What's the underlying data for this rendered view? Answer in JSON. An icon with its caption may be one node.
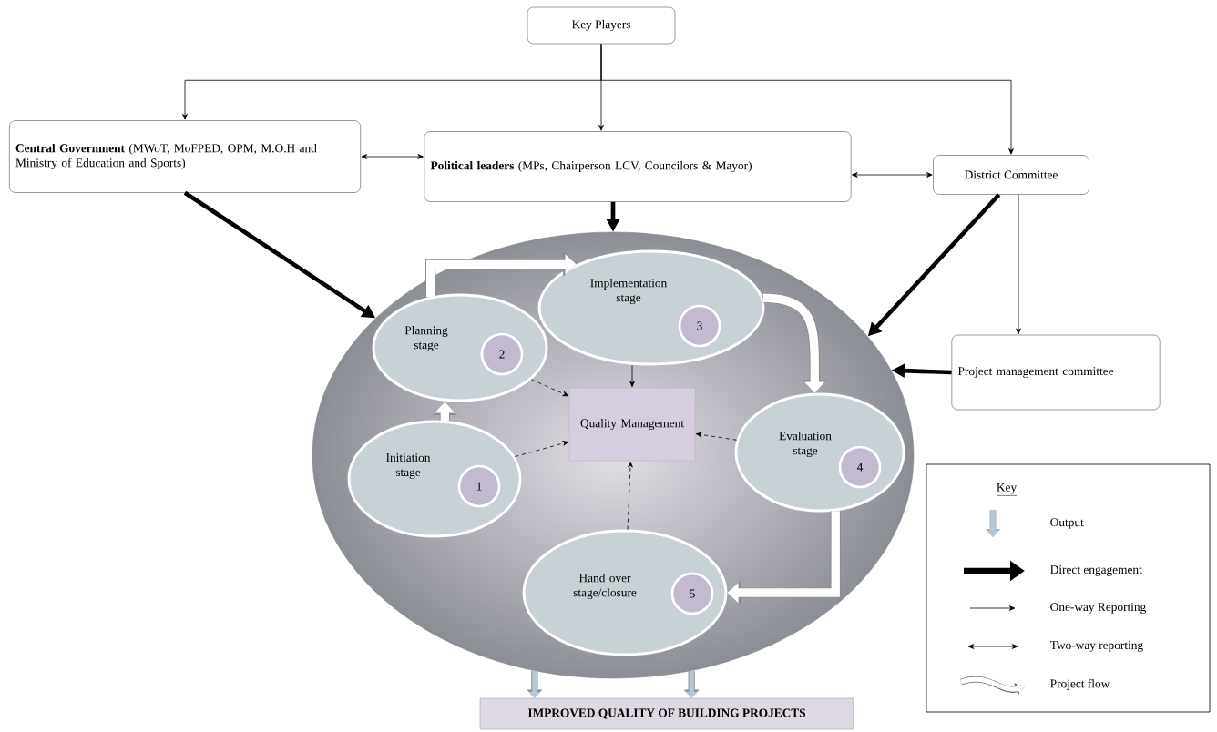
{
  "diagram": {
    "nodes": [
      {
        "text": [
          "Key Players"
        ]
      },
      {
        "text": [
          "**Central Government** (MWoT, MoFPED, OPM, M.O.H and Ministry of Education and Sports)"
        ]
      },
      {
        "text": [
          "**Political leaders** (MPs, Chairperson LCV, Councilors & Mayor)"
        ]
      },
      {
        "text": [
          "District Committee"
        ]
      },
      {
        "text": [
          "Project management committee"
        ]
      },
      {
        "text": [],
        "shape": "ellipse"
      },
      {
        "text": [
          "Planning stage"
        ],
        "in": 5
      },
      {
        "text": [
          "2"
        ],
        "in": 6
      },
      {
        "text": [
          "Implementation stage"
        ],
        "in": 5
      },
      {
        "text": [
          "3"
        ],
        "in": 8
      },
      {
        "text": [
          "Quality Management"
        ],
        "in": 5
      },
      {
        "text": [
          "Initiation stage"
        ],
        "in": 5
      },
      {
        "text": [
          "1"
        ],
        "in": 11
      },
      {
        "text": [
          "Evaluation stage"
        ],
        "in": 5
      },
      {
        "text": [
          "4"
        ],
        "in": 13
      },
      {
        "text": [
          "Hand over stage/closure"
        ],
        "in": 5
      },
      {
        "text": [
          "5"
        ],
        "in": 15
      },
      {
        "text": [
          "IMPROVED QUALITY OF BUILDING PROJECTS"
        ]
      }
    ],
    "edges": [
      {
        "from": 0,
        "to": 1,
        "arrow": "to"
      },
      {
        "from": 0,
        "to": 2,
        "arrow": "to"
      },
      {
        "from": 0,
        "to": 3,
        "arrow": "to"
      },
      {
        "from": 1,
        "to": 2,
        "arrow": "both"
      },
      {
        "from": 2,
        "to": 3,
        "arrow": "both"
      },
      {
        "from": 3,
        "to": 4,
        "arrow": "to"
      },
      {
        "from": 1,
        "to": 5,
        "arrow": "to",
        "style": "thick"
      },
      {
        "from": 2,
        "to": 5,
        "arrow": "to",
        "style": "thick"
      },
      {
        "from": 3,
        "to": 5,
        "arrow": "to",
        "style": "thick"
      },
      {
        "from": 4,
        "to": 5,
        "arrow": "to",
        "style": "thick"
      },
      {
        "from": 11,
        "to": 6,
        "arrow": "to",
        "style": "thick",
        "color": "#ffffff"
      },
      {
        "from": 6,
        "to": 8,
        "arrow": "to",
        "style": "thick",
        "color": "#ffffff"
      },
      {
        "from": 8,
        "to": 13,
        "arrow": "to",
        "style": "thick",
        "color": "#ffffff"
      },
      {
        "from": 13,
        "to": 15,
        "arrow": "to",
        "style": "thick",
        "color": "#ffffff"
      },
      {
        "from": 6,
        "to": 10,
        "arrow": "to",
        "style": "dashed"
      },
      {
        "from": 11,
        "to": 10,
        "arrow": "to",
        "style": "dashed"
      },
      {
        "from": 13,
        "to": 10,
        "arrow": "to",
        "style": "dashed"
      },
      {
        "from": 15,
        "to": 10,
        "arrow": "to",
        "style": "dashed"
      },
      {
        "from": 8,
        "to": 10,
        "arrow": "to"
      },
      {
        "from": 5,
        "to": 17,
        "arrow": "to",
        "style": "thick",
        "color": "#b4c8d8"
      },
      {
        "from": 5,
        "to": 17,
        "arrow": "to",
        "style": "thick",
        "color": "#b4c8d8"
      }
    ],
    "labels": [
      "Key"
    ],
    "legend": [
      {
        "text": "Output"
      },
      {
        "text": "Direct engagement"
      },
      {
        "text": "One-way Reporting"
      },
      {
        "text": "Two-way reporting"
      },
      {
        "text": "Project flow"
      }
    ]
  }
}
